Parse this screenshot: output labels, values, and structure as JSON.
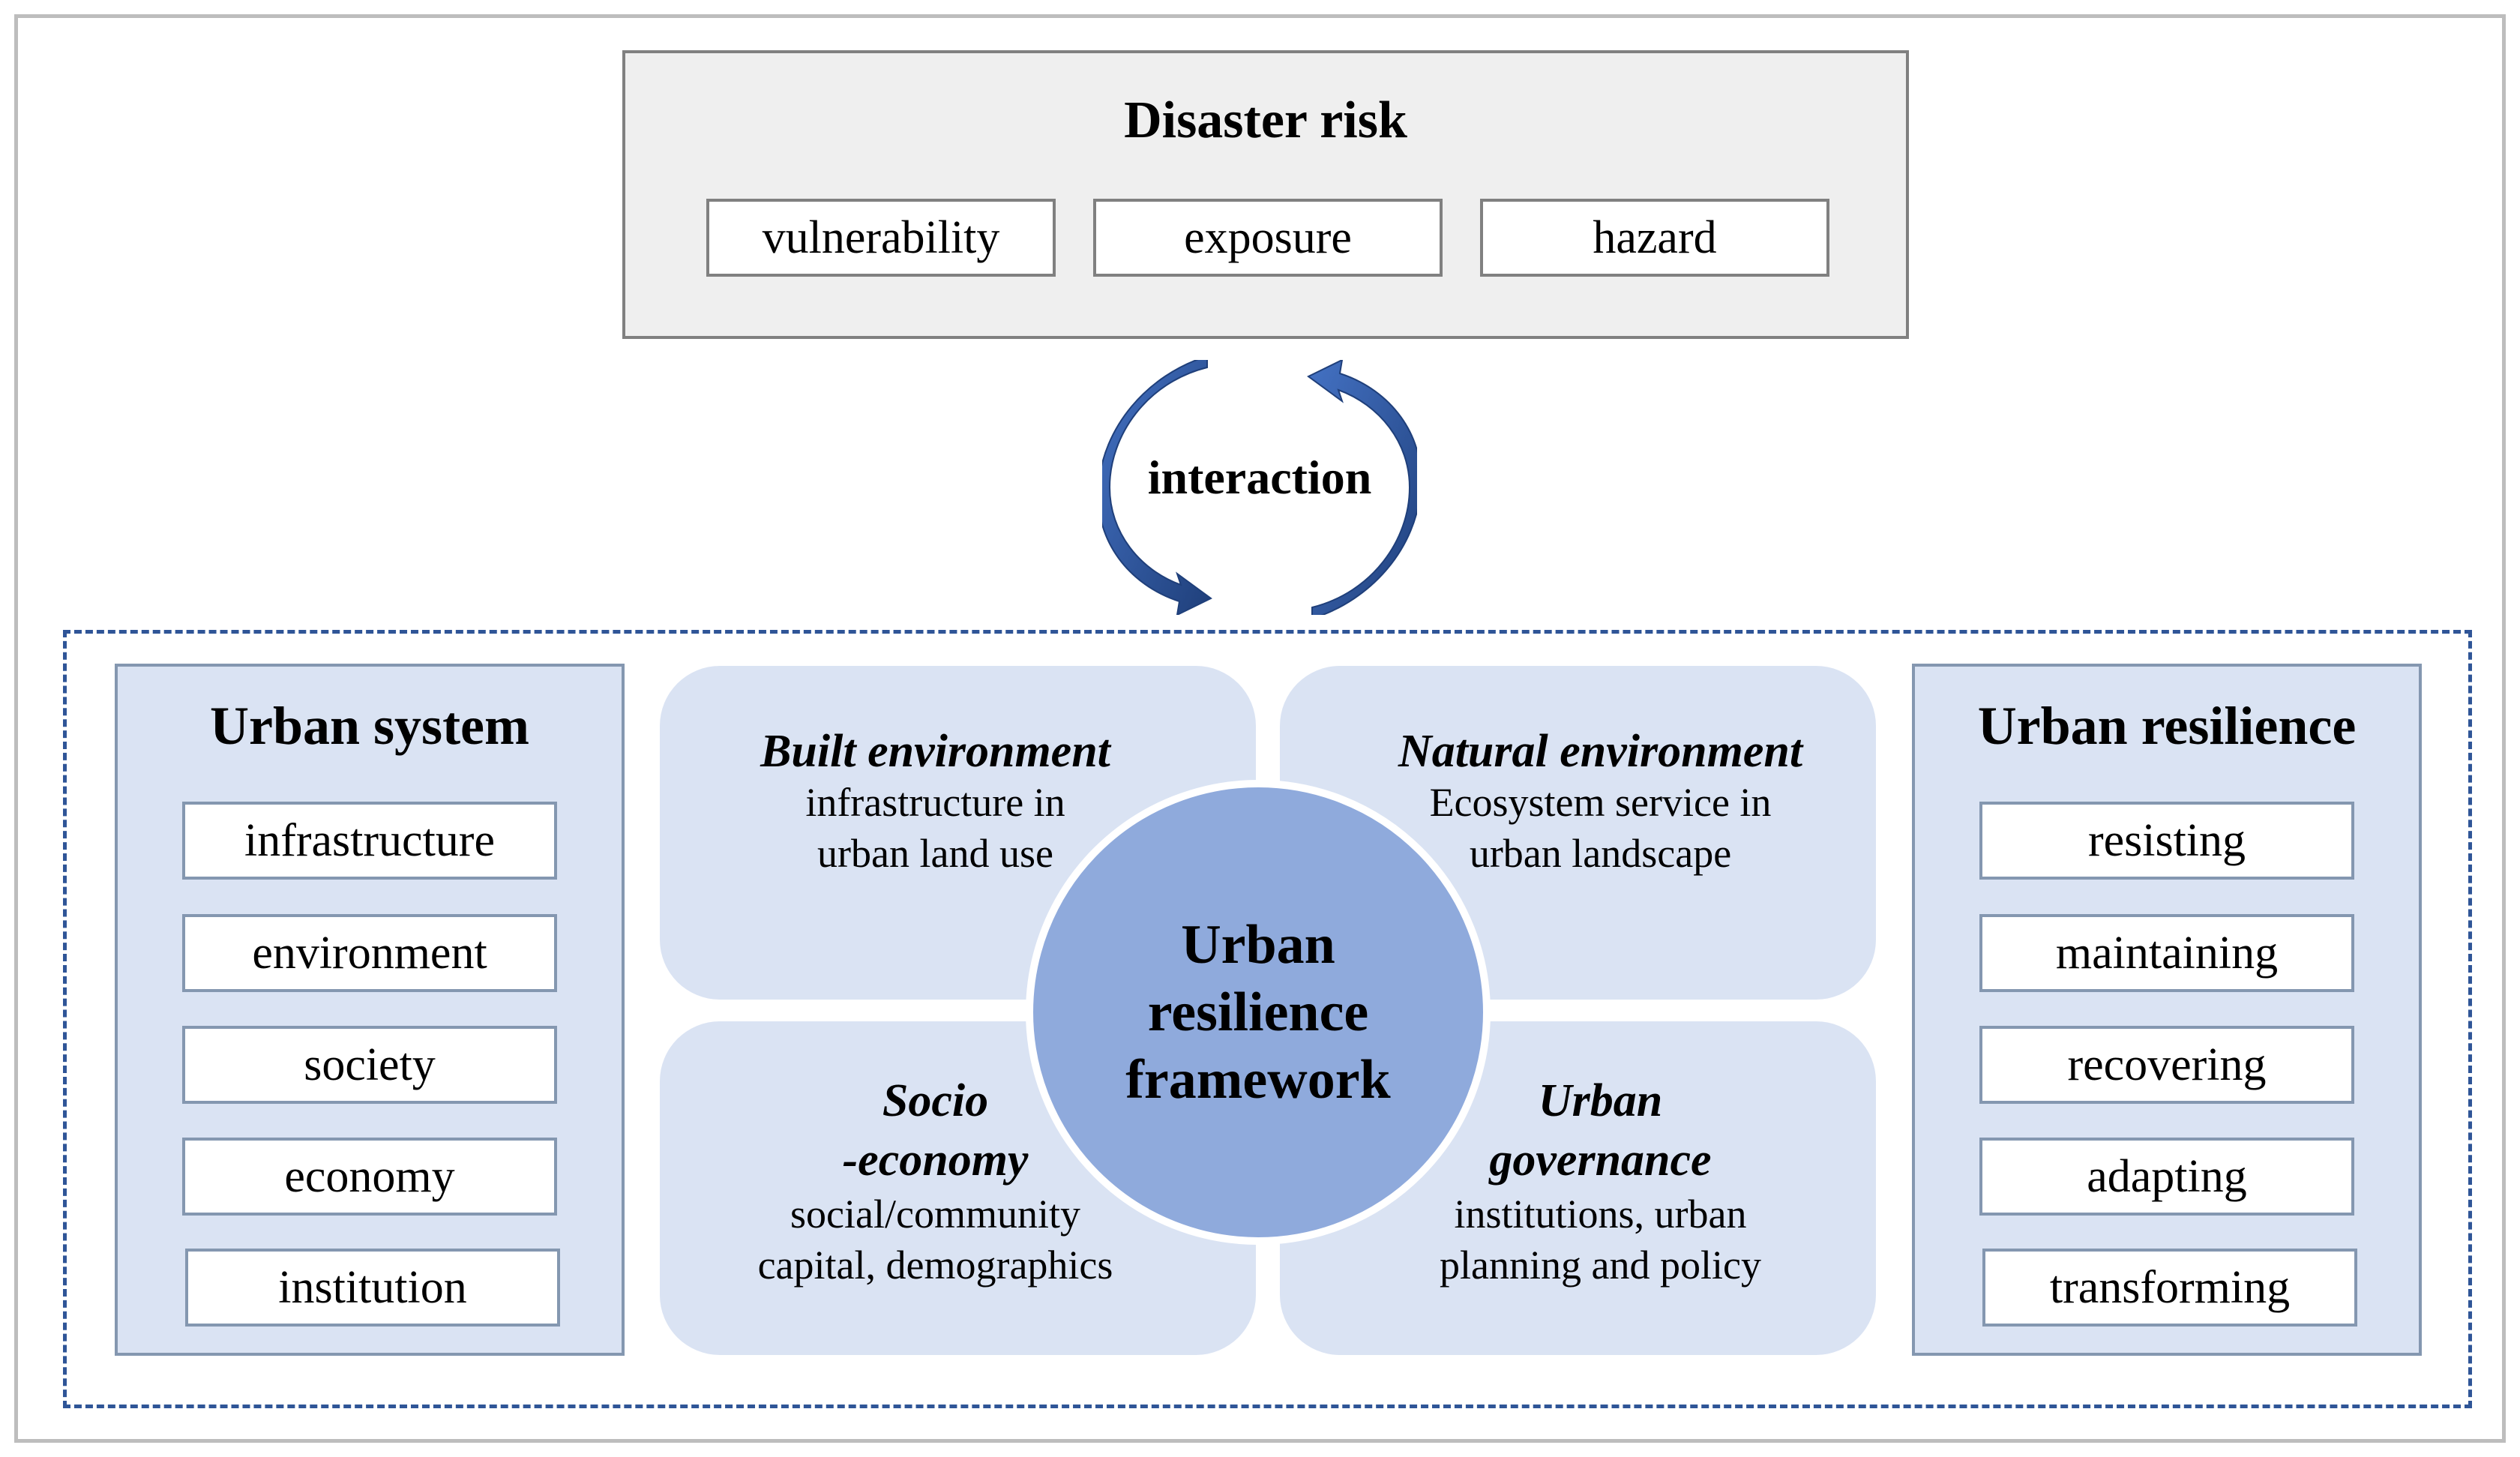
{
  "disaster_risk": {
    "title": "Disaster risk",
    "items": [
      "vulnerability",
      "exposure",
      "hazard"
    ]
  },
  "interaction_label": "interaction",
  "urban_system": {
    "title": "Urban system",
    "items": [
      "infrastructure",
      "environment",
      "society",
      "economy",
      "institution"
    ]
  },
  "urban_resilience": {
    "title": "Urban resilience",
    "items": [
      "resisting",
      "maintaining",
      "recovering",
      "adapting",
      "transforming"
    ]
  },
  "framework": {
    "center_line1": "Urban",
    "center_line2": "resilience",
    "center_line3": "framework",
    "built": {
      "title": "Built environment",
      "line1": "infrastructure in",
      "line2": "urban land use"
    },
    "natural": {
      "title": "Natural environment",
      "line1": "Ecosystem service in",
      "line2": "urban landscape"
    },
    "socio": {
      "title1": "Socio",
      "title2": "-economy",
      "line1": "social/community",
      "line2": "capital, demographics"
    },
    "governance": {
      "title1": "Urban",
      "title2": "governance",
      "line1": "institutions, urban",
      "line2": "planning and policy"
    }
  },
  "colors": {
    "panel_fill": "#dae3f3",
    "circle_fill": "#8faadc",
    "arrow_fill": "#2f5597",
    "dashed_border": "#2f5597",
    "risk_panel_fill": "#efefef"
  },
  "icons": [
    "cycle-arrow-left-icon",
    "cycle-arrow-right-icon"
  ]
}
